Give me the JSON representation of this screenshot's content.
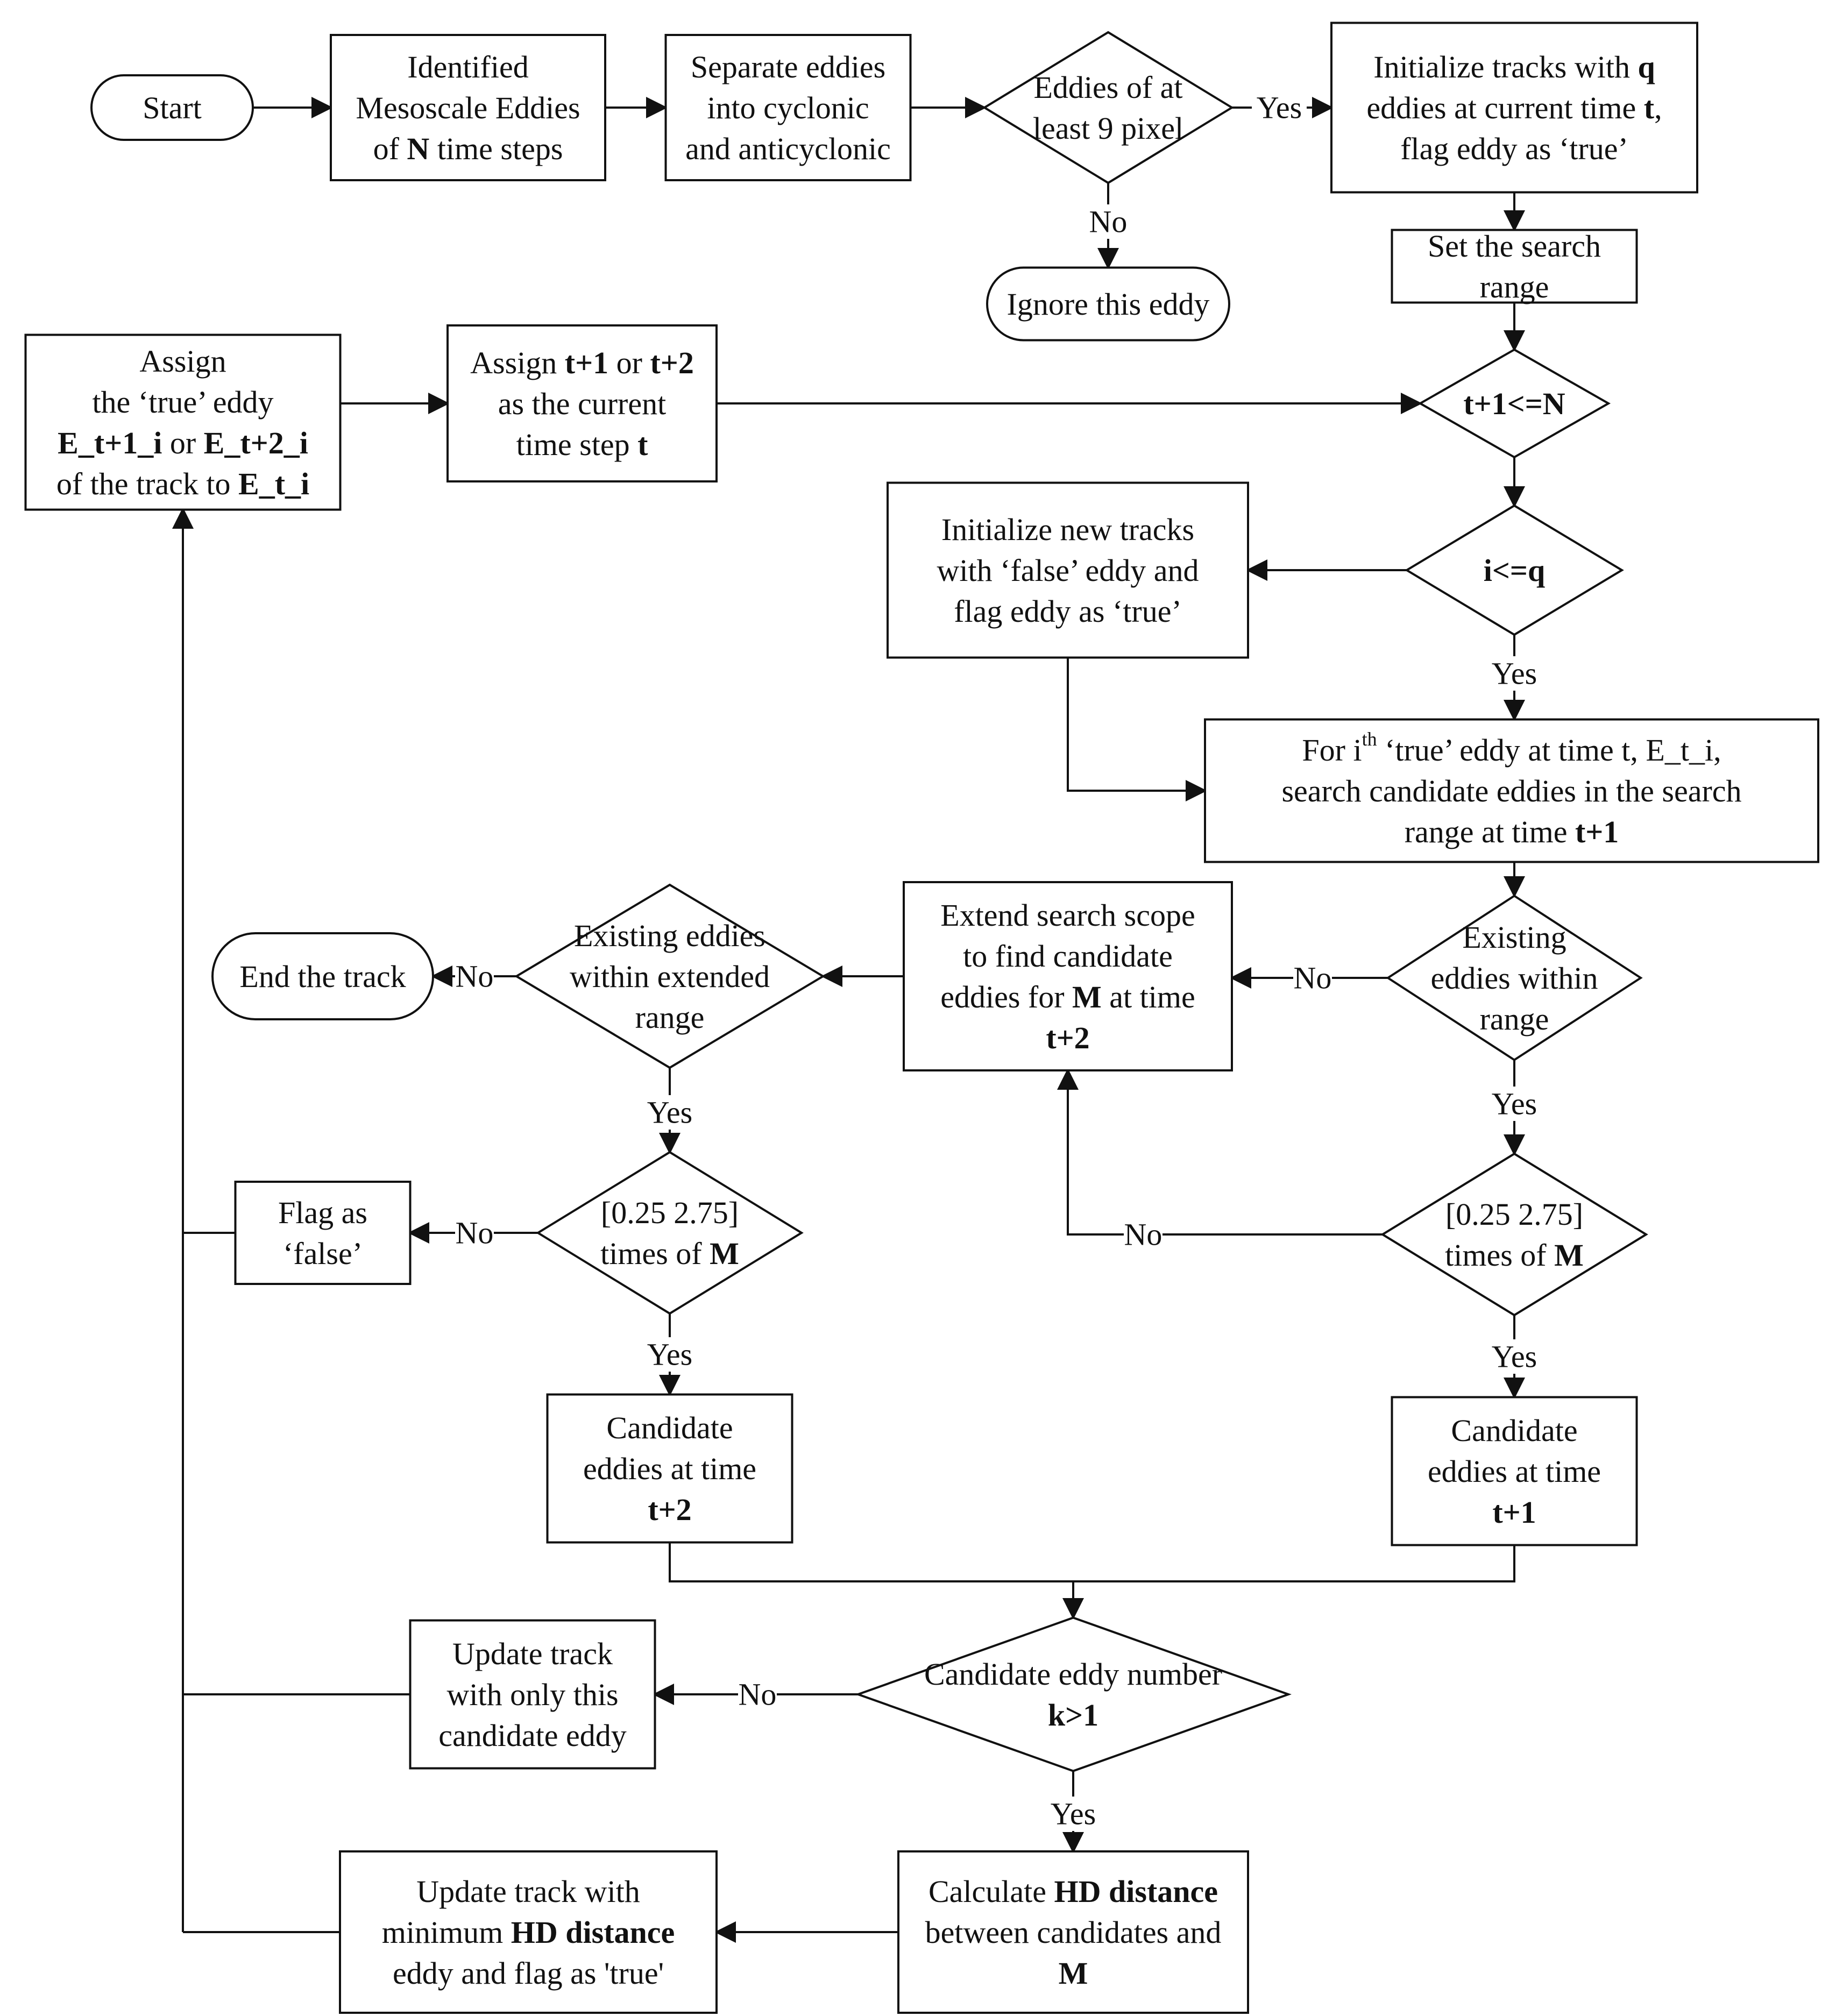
{
  "nodes": {
    "start": {
      "lines": [
        [
          "Start"
        ]
      ]
    },
    "identified": {
      "lines": [
        [
          "Identified"
        ],
        [
          "Mesoscale Eddies"
        ],
        [
          "of ",
          {
            "b": "N"
          },
          " time steps"
        ]
      ]
    },
    "separate": {
      "lines": [
        [
          "Separate eddies"
        ],
        [
          "into cyclonic"
        ],
        [
          "and anticyclonic"
        ]
      ]
    },
    "min_size": {
      "lines": [
        [
          "Eddies of at"
        ],
        [
          "least 9 pixel"
        ]
      ]
    },
    "init_tracks": {
      "lines": [
        [
          "Initialize tracks with ",
          {
            "b": "q"
          }
        ],
        [
          "eddies at current time ",
          {
            "b": "t"
          },
          ","
        ],
        [
          "flag eddy as ‘true’"
        ]
      ]
    },
    "ignore": {
      "lines": [
        [
          "Ignore this eddy"
        ]
      ]
    },
    "search_range": {
      "lines": [
        [
          "Set the search"
        ],
        [
          "range"
        ]
      ]
    },
    "assign_true": {
      "lines": [
        [
          "Assign"
        ],
        [
          "the ‘true’ eddy"
        ],
        [
          {
            "b": "E_t+1_i"
          },
          " or ",
          {
            "b": "E_t+2_i"
          }
        ],
        [
          "of the track to ",
          {
            "b": "E_t_i"
          }
        ]
      ]
    },
    "assign_step": {
      "lines": [
        [
          "Assign ",
          {
            "b": "t+1"
          },
          " or ",
          {
            "b": "t+2"
          }
        ],
        [
          "as the current"
        ],
        [
          "time step ",
          {
            "b": "t"
          }
        ]
      ]
    },
    "t_check": {
      "lines": [
        [
          {
            "b": "t+1<=N"
          }
        ]
      ]
    },
    "new_tracks": {
      "lines": [
        [
          "Initialize new tracks"
        ],
        [
          "with ‘false’ eddy and"
        ],
        [
          "flag eddy as ‘true’"
        ]
      ]
    },
    "i_check": {
      "lines": [
        [
          {
            "b": "i<=q"
          }
        ]
      ]
    },
    "for_ith": {
      "lines": [
        [
          "For i",
          {
            "sup": "th"
          },
          " ‘true’ eddy at time t, E_t_i,"
        ],
        [
          "search candidate eddies in the search"
        ],
        [
          "range at time ",
          {
            "b": "t+1"
          }
        ]
      ]
    },
    "existing_range": {
      "lines": [
        [
          "Existing"
        ],
        [
          "eddies within"
        ],
        [
          "range"
        ]
      ]
    },
    "extend_scope": {
      "lines": [
        [
          "Extend search scope"
        ],
        [
          "to find candidate"
        ],
        [
          "eddies for ",
          {
            "b": "M"
          },
          " at time"
        ],
        [
          {
            "b": "t+2"
          }
        ]
      ]
    },
    "existing_ext": {
      "lines": [
        [
          "Existing eddies"
        ],
        [
          "within extended"
        ],
        [
          "range"
        ]
      ]
    },
    "end_track": {
      "lines": [
        [
          "End the track"
        ]
      ]
    },
    "ratio_left": {
      "lines": [
        [
          "[0.25 2.75]"
        ],
        [
          "times of ",
          {
            "b": "M"
          }
        ]
      ]
    },
    "flag_false": {
      "lines": [
        [
          "Flag as"
        ],
        [
          "‘false’"
        ]
      ]
    },
    "ratio_right": {
      "lines": [
        [
          "[0.25 2.75]"
        ],
        [
          "times of ",
          {
            "b": "M"
          }
        ]
      ]
    },
    "cand_t2": {
      "lines": [
        [
          "Candidate"
        ],
        [
          "eddies at time"
        ],
        [
          {
            "b": "t+2"
          }
        ]
      ]
    },
    "cand_t1": {
      "lines": [
        [
          "Candidate"
        ],
        [
          "eddies at time"
        ],
        [
          {
            "b": "t+1"
          }
        ]
      ]
    },
    "cand_count": {
      "lines": [
        [
          "Candidate eddy number"
        ],
        [
          {
            "b": "k>1"
          }
        ]
      ]
    },
    "update_single": {
      "lines": [
        [
          "Update track"
        ],
        [
          "with only this"
        ],
        [
          "candidate eddy"
        ]
      ]
    },
    "update_min": {
      "lines": [
        [
          "Update track with"
        ],
        [
          "minimum ",
          {
            "b": "HD distance"
          }
        ],
        [
          "eddy and flag as 'true'"
        ]
      ]
    },
    "calc_hd": {
      "lines": [
        [
          "Calculate ",
          {
            "b": "HD distance"
          }
        ],
        [
          "between candidates and"
        ],
        [
          {
            "b": "M"
          }
        ]
      ]
    }
  },
  "edge_labels": {
    "yes": "Yes",
    "no": "No"
  }
}
